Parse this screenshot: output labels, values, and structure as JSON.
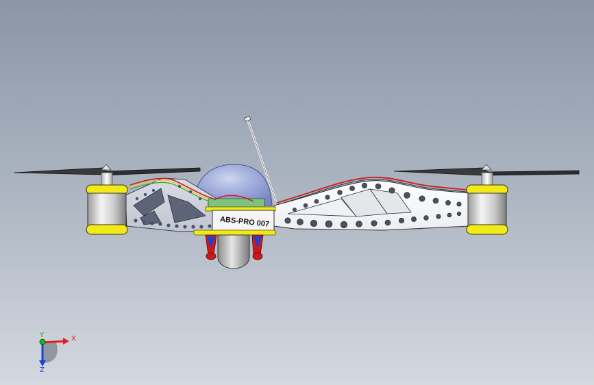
{
  "model": {
    "label": "ABS-PRO 007"
  },
  "triad": {
    "x_label": "X",
    "y_label": "Y",
    "z_label": "Z",
    "x_color": "#e02020",
    "y_color": "#20b020",
    "z_color": "#2040d0"
  },
  "colors": {
    "motor_yellow": "#f2ea18",
    "frame_white": "#f4f6f8",
    "canopy_blue": "#8a98d8",
    "wire_red": "#d01818"
  }
}
